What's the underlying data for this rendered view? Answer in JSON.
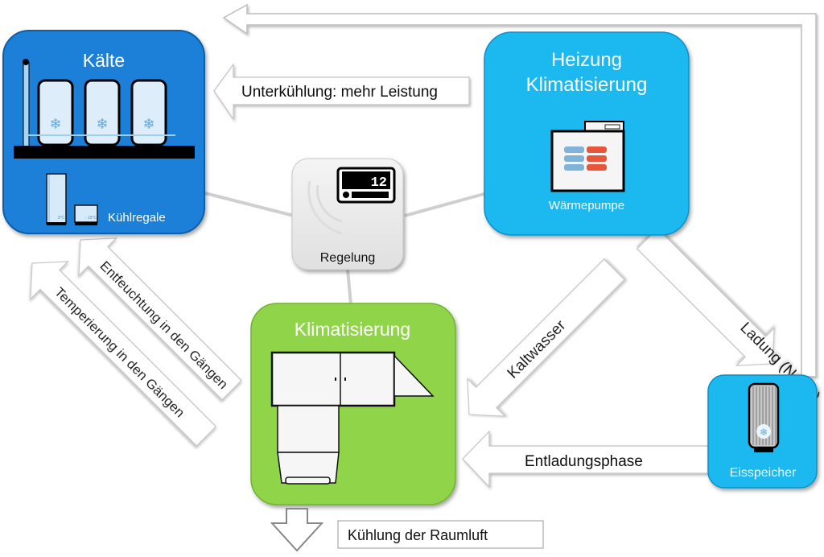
{
  "colors": {
    "kaelte_box": "#1a7fd8",
    "heizung_box": "#1bb8f0",
    "klima_box": "#8fd44a",
    "regelung_box": "#ececec",
    "eisspeicher_box": "#1bb8f0",
    "arrow_fill": "#ffffff",
    "arrow_stroke": "#c2c2c2",
    "connector": "#cfcfcf"
  },
  "nodes": {
    "kaelte": {
      "title": "Kälte",
      "sublabel": "Kühlregale",
      "temp_fridge": "3°C",
      "temp_freezer": "- 15°C"
    },
    "heizung": {
      "title_line1": "Heizung",
      "title_line2": "Klimatisierung",
      "sublabel": "Wärmepumpe"
    },
    "regelung": {
      "label": "Regelung",
      "display_value": "12"
    },
    "klimatisierung": {
      "title": "Klimatisierung"
    },
    "eisspeicher": {
      "label": "Eisspeicher"
    }
  },
  "arrows": {
    "unterkuehlung": "Unterkühlung:  mehr Leistung",
    "entfeuchtung": "Entfeuchtung  in den Gängen",
    "temperierung": "Temperierung  in den Gängen",
    "kaltwasser": "Kaltwasser",
    "ladung": "Ladung (Nacht)",
    "entladung": "Entladungsphase",
    "kuehlung": "Kühlung der Raumluft"
  }
}
